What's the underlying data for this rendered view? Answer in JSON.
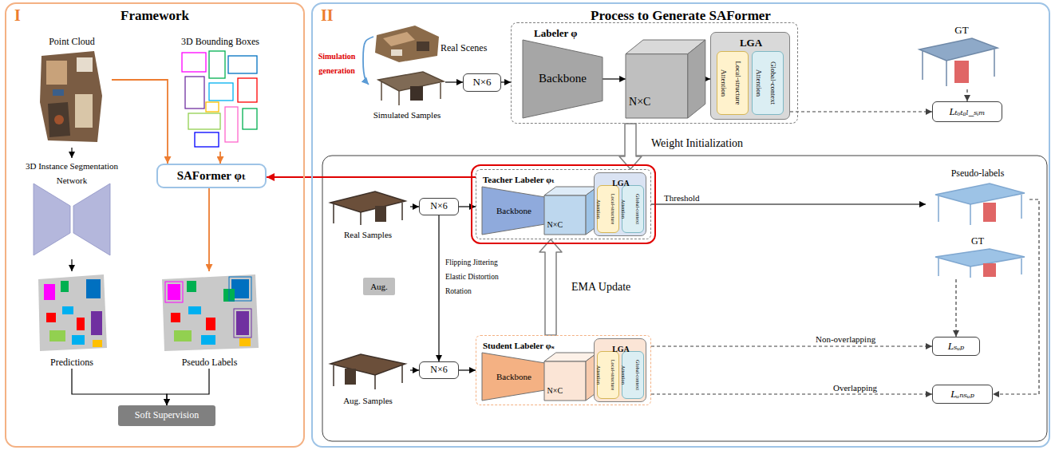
{
  "diagram": {
    "nodes": [
      {
        "text": [
          "I",
          "Framework"
        ]
      },
      {
        "text": [
          "Point Cloud"
        ],
        "in": 0
      },
      {
        "text": [
          "3D Bounding Boxes"
        ],
        "in": 0
      },
      {
        "text": [
          "3D Instance Segmentation Network"
        ],
        "in": 0
      },
      {
        "text": [
          "SAFormer φₜ"
        ],
        "in": 0
      },
      {
        "text": [
          "Predictions"
        ],
        "in": 0
      },
      {
        "text": [
          "Pseudo Labels"
        ],
        "in": 0
      },
      {
        "text": [
          "Soft Supervision"
        ],
        "in": 0
      },
      {
        "text": [
          "II",
          "Process to Generate SAFormer"
        ]
      },
      {
        "text": [
          "Real Scenes"
        ],
        "in": 8
      },
      {
        "text": [
          "Simulated Samples"
        ],
        "in": 8
      },
      {
        "text": [
          "N×6"
        ],
        "in": 8
      },
      {
        "text": [
          "Labeler φ"
        ],
        "in": 8
      },
      {
        "text": [
          "Backbone"
        ],
        "in": 12
      },
      {
        "text": [
          "N×C"
        ],
        "in": 12
      },
      {
        "text": [
          "LGA"
        ],
        "in": 12
      },
      {
        "text": [
          "Local-structure Attention"
        ],
        "in": 15
      },
      {
        "text": [
          "Global-context Attention"
        ],
        "in": 15
      },
      {
        "text": [
          "GT"
        ],
        "in": 8
      },
      {
        "text": [
          "Lₜₒₜₐₗ_ₛᵢₘ"
        ],
        "in": 8
      },
      {
        "text": [
          "Real Samples"
        ],
        "in": 8
      },
      {
        "text": [
          "N×6"
        ],
        "in": 8
      },
      {
        "text": [
          "Teacher Labeler φₜ"
        ],
        "in": 8
      },
      {
        "text": [
          "Backbone"
        ],
        "in": 22
      },
      {
        "text": [
          "N×C"
        ],
        "in": 22
      },
      {
        "text": [
          "LGA"
        ],
        "in": 22
      },
      {
        "text": [
          "Local-structure Attention"
        ],
        "in": 25
      },
      {
        "text": [
          "Global-context Attention"
        ],
        "in": 25
      },
      {
        "text": [
          "Aug."
        ],
        "in": 8
      },
      {
        "text": [
          "Aug. Samples"
        ],
        "in": 8
      },
      {
        "text": [
          "N×6"
        ],
        "in": 8
      },
      {
        "text": [
          "Student Labeler φₛ"
        ],
        "in": 8
      },
      {
        "text": [
          "Backbone"
        ],
        "in": 31
      },
      {
        "text": [
          "N×C"
        ],
        "in": 31
      },
      {
        "text": [
          "LGA"
        ],
        "in": 31
      },
      {
        "text": [
          "Local-structure Attention"
        ],
        "in": 34
      },
      {
        "text": [
          "Global-context Attention"
        ],
        "in": 34
      },
      {
        "text": [
          "Pseudo-labels"
        ],
        "in": 8
      },
      {
        "text": [
          "GT"
        ],
        "in": 8
      },
      {
        "text": [
          "Lₛᵤₚ"
        ],
        "in": 8
      },
      {
        "text": [
          "Lᵤₙₛᵤₚ"
        ],
        "in": 8
      }
    ],
    "edges": [
      {
        "from": 1,
        "to": 3,
        "arrow": "to"
      },
      {
        "from": 1,
        "to": 4,
        "arrow": "to"
      },
      {
        "from": 2,
        "to": 4,
        "arrow": "to"
      },
      {
        "from": 3,
        "to": 5,
        "arrow": "to"
      },
      {
        "from": 4,
        "to": 6,
        "arrow": "to"
      },
      {
        "from": 5,
        "to": 7,
        "arrow": "to"
      },
      {
        "from": 6,
        "to": 7,
        "arrow": "to"
      },
      {
        "from": 22,
        "to": 4,
        "arrow": "to"
      },
      {
        "from": 9,
        "to": 10,
        "arrow": "to",
        "label": "Simulation generation"
      },
      {
        "from": 10,
        "to": 11,
        "arrow": "to"
      },
      {
        "from": 11,
        "to": 12,
        "arrow": "to"
      },
      {
        "from": 13,
        "to": 14,
        "arrow": "to"
      },
      {
        "from": 14,
        "to": 15,
        "arrow": "to"
      },
      {
        "from": 18,
        "to": 19,
        "arrow": "to"
      },
      {
        "from": 15,
        "to": 19,
        "arrow": "to"
      },
      {
        "from": 12,
        "to": 22,
        "arrow": "to",
        "label": "Weight Initialization"
      },
      {
        "from": 20,
        "to": 21,
        "arrow": "to"
      },
      {
        "from": 21,
        "to": 22,
        "arrow": "to"
      },
      {
        "from": 23,
        "to": 24,
        "arrow": "to"
      },
      {
        "from": 24,
        "to": 25,
        "arrow": "to"
      },
      {
        "from": 21,
        "to": 30,
        "arrow": "to"
      },
      {
        "from": 29,
        "to": 30,
        "arrow": "to"
      },
      {
        "from": 30,
        "to": 31,
        "arrow": "to"
      },
      {
        "from": 32,
        "to": 33,
        "arrow": "to"
      },
      {
        "from": 33,
        "to": 34,
        "arrow": "to"
      },
      {
        "from": 22,
        "to": 37,
        "arrow": "to",
        "label": "Threshold"
      },
      {
        "from": 31,
        "to": 22,
        "arrow": "to",
        "label": "EMA Update"
      },
      {
        "from": 31,
        "to": 39,
        "arrow": "to",
        "label": "Non-overlapping"
      },
      {
        "from": 38,
        "to": 39,
        "arrow": "to"
      },
      {
        "from": 31,
        "to": 40,
        "arrow": "to",
        "label": "Overlapping"
      },
      {
        "from": 37,
        "to": 40,
        "arrow": "to"
      }
    ],
    "labels": [
      "Flipping Jittering Elastic Distortion Rotation"
    ]
  }
}
